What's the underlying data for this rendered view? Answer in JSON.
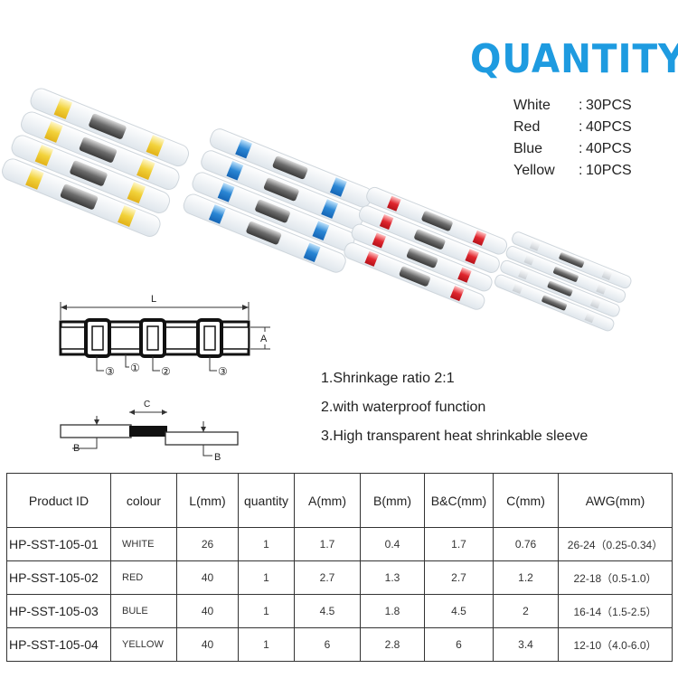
{
  "quantity": {
    "title": "QUANTITY",
    "items": [
      {
        "color": "White",
        "sep": ":",
        "count": "30PCS"
      },
      {
        "color": "Red",
        "sep": ":",
        "count": "40PCS"
      },
      {
        "color": "Blue",
        "sep": ":",
        "count": "40PCS"
      },
      {
        "color": "Yellow",
        "sep": ":",
        "count": "10PCS"
      }
    ],
    "accent": "#1e9be0"
  },
  "diagram": {
    "label_L": "L",
    "label_A": "A",
    "label_C": "C",
    "label_B1": "B",
    "label_B2": "B",
    "part_1": "①",
    "part_2": "②",
    "part_3a": "③",
    "part_3b": "③"
  },
  "features": [
    "1.Shrinkage ratio 2:1",
    "2.with waterproof function",
    "3.High transparent heat shrinkable sleeve"
  ],
  "photo": {
    "sleeve_colors": {
      "yellow": "#f2d23a",
      "blue": "#2a86d4",
      "red": "#e0262e",
      "white": "#e8e8e8"
    }
  },
  "table": {
    "headers": [
      "Product ID",
      "colour",
      "L(mm)",
      "quantity",
      "A(mm)",
      "B(mm)",
      "B&C(mm)",
      "C(mm)",
      "AWG(mm)"
    ],
    "rows": [
      [
        "HP-SST-105-01",
        "WHITE",
        "26",
        "1",
        "1.7",
        "0.4",
        "1.7",
        "0.76",
        "26-24（0.25-0.34）"
      ],
      [
        "HP-SST-105-02",
        "RED",
        "40",
        "1",
        "2.7",
        "1.3",
        "2.7",
        "1.2",
        "22-18（0.5-1.0）"
      ],
      [
        "HP-SST-105-03",
        "BULE",
        "40",
        "1",
        "4.5",
        "1.8",
        "4.5",
        "2",
        "16-14（1.5-2.5）"
      ],
      [
        "HP-SST-105-04",
        "YELLOW",
        "40",
        "1",
        "6",
        "2.8",
        "6",
        "3.4",
        "12-10（4.0-6.0）"
      ]
    ]
  }
}
